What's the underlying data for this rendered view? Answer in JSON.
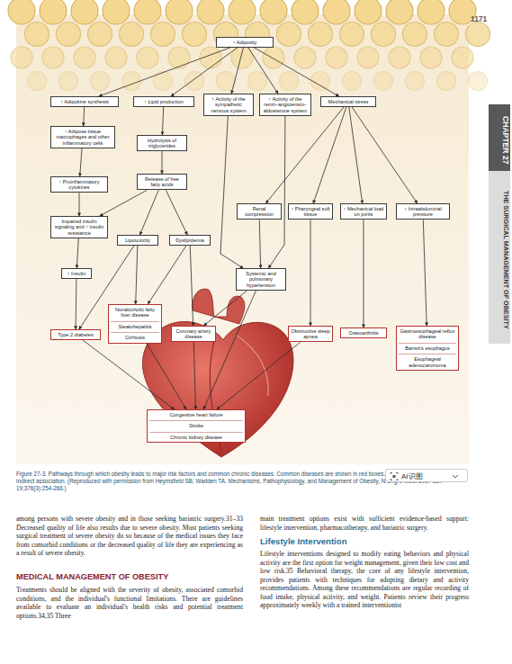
{
  "diagram": {
    "caption": "Figure 27-3. Pathways through which obesity leads to major risk factors and common chronic diseases. Common diseases are shown in red boxes. The dashed arrows indicate an indirect association. (Reproduced with permission from Heymsfield SB, Wadden TA. Mechanisms, Pathophysiology, and Management of Obesity, N Engl J Med. 2017 Jan 19;376(3):254-266.)",
    "nodes": [
      {
        "text": [
          "↑ Adiposity"
        ]
      },
      {
        "text": [
          "↑ Adipokine synthesis"
        ]
      },
      {
        "text": [
          "↑ Lipid production"
        ]
      },
      {
        "text": [
          "↑ Activity of the sympathetic nervous system"
        ]
      },
      {
        "text": [
          "↑ Activity of the renin–angiotensin–aldosterone system"
        ]
      },
      {
        "text": [
          "Mechanical stress"
        ]
      },
      {
        "text": [
          "↑ Adipose tissue macrophages and other inflammatory cells"
        ]
      },
      {
        "text": [
          "Hydrolysis of triglycerides"
        ]
      },
      {
        "text": [
          "↑ Proinflammatory cytokines"
        ]
      },
      {
        "text": [
          "Release of free fatty acids"
        ]
      },
      {
        "text": [
          "Renal compression"
        ]
      },
      {
        "text": [
          "↑ Pharyngeal soft tissue"
        ]
      },
      {
        "text": [
          "↑ Mechanical load on joints"
        ]
      },
      {
        "text": [
          "↑ Intraabdominal pressure"
        ]
      },
      {
        "text": [
          "Impaired insulin signaling and ↑ insulin resistance"
        ]
      },
      {
        "text": [
          "Lipotoxicity"
        ]
      },
      {
        "text": [
          "Dyslipidemia"
        ]
      },
      {
        "text": [
          "Systemic and pulmonary hypertension"
        ]
      },
      {
        "text": [
          "↑ Insulin"
        ]
      },
      {
        "text": [
          "Nonalcoholic fatty liver disease",
          "Steatohepatitis",
          "Cirrhosis"
        ]
      },
      {
        "text": [
          "Type 2 diabetes"
        ]
      },
      {
        "text": [
          "Coronary artery disease"
        ]
      },
      {
        "text": [
          "Obstructive sleep apnea"
        ]
      },
      {
        "text": [
          "Osteoarthritis"
        ]
      },
      {
        "text": [
          "Gastroesophageal reflux disease",
          "Barrett's esophagus",
          "Esophageal adenocarcinoma"
        ]
      },
      {
        "text": [
          "Congestive heart failure",
          "Stroke",
          "Chronic kidney disease"
        ]
      }
    ],
    "edges": [
      {
        "from": 0,
        "to": 1,
        "arrow": "to"
      },
      {
        "from": 0,
        "to": 2,
        "arrow": "to"
      },
      {
        "from": 0,
        "to": 3,
        "arrow": "to"
      },
      {
        "from": 0,
        "to": 4,
        "arrow": "to"
      },
      {
        "from": 0,
        "to": 5,
        "arrow": "to"
      },
      {
        "from": 1,
        "to": 6,
        "arrow": "to"
      },
      {
        "from": 6,
        "to": 8,
        "arrow": "to"
      },
      {
        "from": 8,
        "to": 14,
        "arrow": "to"
      },
      {
        "from": 2,
        "to": 7,
        "arrow": "to"
      },
      {
        "from": 7,
        "to": 9,
        "arrow": "to"
      },
      {
        "from": 9,
        "to": 14,
        "arrow": "to"
      },
      {
        "from": 9,
        "to": 15,
        "arrow": "to"
      },
      {
        "from": 9,
        "to": 16,
        "arrow": "to"
      },
      {
        "from": 3,
        "to": 17,
        "arrow": "to"
      },
      {
        "from": 4,
        "to": 17,
        "arrow": "to"
      },
      {
        "from": 5,
        "to": 10,
        "arrow": "to"
      },
      {
        "from": 5,
        "to": 11,
        "arrow": "to"
      },
      {
        "from": 5,
        "to": 12,
        "arrow": "to"
      },
      {
        "from": 5,
        "to": 13,
        "arrow": "to"
      },
      {
        "from": 10,
        "to": 17,
        "arrow": "to"
      },
      {
        "from": 14,
        "to": 18,
        "arrow": "to"
      },
      {
        "from": 18,
        "to": 20,
        "arrow": "to"
      },
      {
        "from": 15,
        "to": 19,
        "arrow": "to"
      },
      {
        "from": 15,
        "to": 20,
        "arrow": "to"
      },
      {
        "from": 16,
        "to": 21,
        "arrow": "to"
      },
      {
        "from": 16,
        "to": 19,
        "arrow": "to"
      },
      {
        "from": 17,
        "to": 21,
        "arrow": "to"
      },
      {
        "from": 11,
        "to": 22,
        "arrow": "to"
      },
      {
        "from": 12,
        "to": 23,
        "arrow": "to"
      },
      {
        "from": 13,
        "to": 24,
        "arrow": "to"
      },
      {
        "from": 20,
        "to": 25,
        "arrow": "to"
      },
      {
        "from": 19,
        "to": 25,
        "arrow": "to"
      },
      {
        "from": 21,
        "to": 25,
        "arrow": "to"
      },
      {
        "from": 17,
        "to": 25,
        "arrow": "to"
      },
      {
        "from": 22,
        "to": 25,
        "arrow": "to"
      }
    ],
    "labels": [
      "1171",
      "CHAPTER 27",
      "THE SURGICAL MANAGEMENT OF OBESITY",
      "AI识图",
      "among persons with severe obesity and in those seeking bariatric surgery.31–33 Decreased quality of life also results due to severe obesity. Most patients seeking surgical treatment of severe obesity do so because of the medical issues they face from comorbid conditions or the decreased quality of life they are experiencing as a result of severe obesity.",
      "MEDICAL MANAGEMENT OF OBESITY",
      "Treatments should be aligned with the severity of obesity, associated comorbid conditions, and the individual's functional limitations. There are guidelines available to evaluate an individual's health risks and potential treatment options.34,35 Three",
      "main treatment options exist with sufficient evidence-based support: lifestyle intervention, pharmacotherapy, and bariatric surgery.",
      "Lifestyle Intervention",
      "Lifestyle interventions designed to modify eating behaviors and physical activity are the first option for weight management, given their low cost and low risk.35 Behavioral therapy, the core of any lifestyle intervention, provides patients with techniques for adopting dietary and activity recommendations. Among these recommendations are regular recording of food intake, physical activity, and weight. Patients review their progress approximately weekly with a trained interventionist"
    ]
  }
}
